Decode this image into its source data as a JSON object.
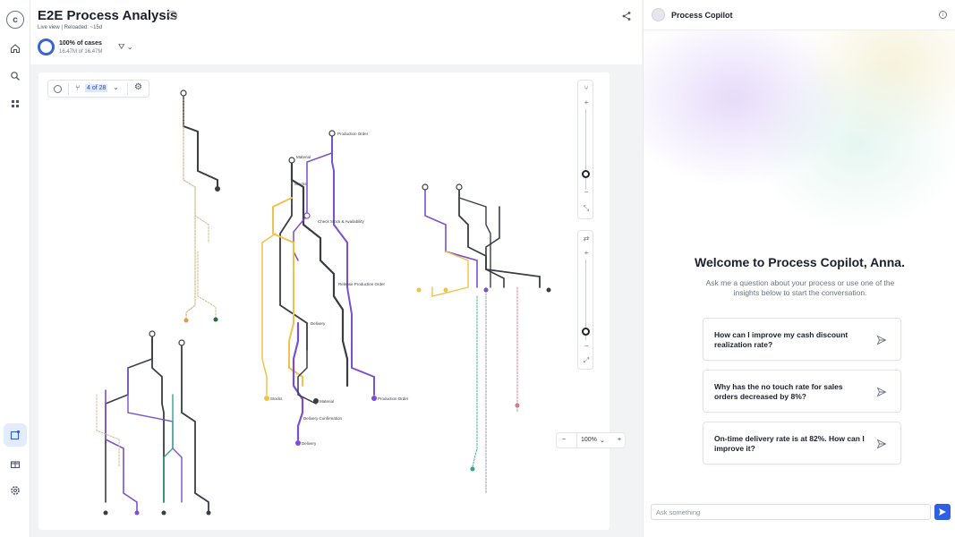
{
  "page": {
    "title": "E2E Process Analysis",
    "subtitle": "Live view | Reloaded: ~15d"
  },
  "cases": {
    "percent_label": "100% of cases",
    "count_label": "16.47M of 16.47M"
  },
  "toolbar": {
    "variant_label": "4 of 28"
  },
  "zoom": {
    "minus": "−",
    "value": "100%",
    "plus": "+"
  },
  "copilot": {
    "title": "Process Copilot",
    "welcome": "Welcome to Process Copilot, Anna.",
    "intro": "Ask me a question about your process or use one of the insights below to start the conversation.",
    "suggestions": [
      "How can I improve my cash discount realization rate?",
      "Why has the no touch rate for sales orders decreased by 8%?",
      "On-time delivery rate is at 82%. How can I improve it?"
    ],
    "input_placeholder": "Ask something"
  },
  "colors": {
    "accent": "#2f5fe3",
    "gold_path": "#f0c24b",
    "purple_path": "#7b4fd1",
    "teal_path": "#2fa88a"
  },
  "map_labels": {
    "center_top": "Production Order",
    "center_material": "Material",
    "center_stocks": "Stocks",
    "center_check": "Check Stock & Availability",
    "center_release": "Release Production Order",
    "center_delivery": "Delivery",
    "center_stock_bottom": "Stocks",
    "center_mat_bottom": "Material",
    "center_po_bottom": "Production Order",
    "center_delivery_conf": "Delivery Confirmation",
    "center_delivery_end": "Delivery"
  }
}
